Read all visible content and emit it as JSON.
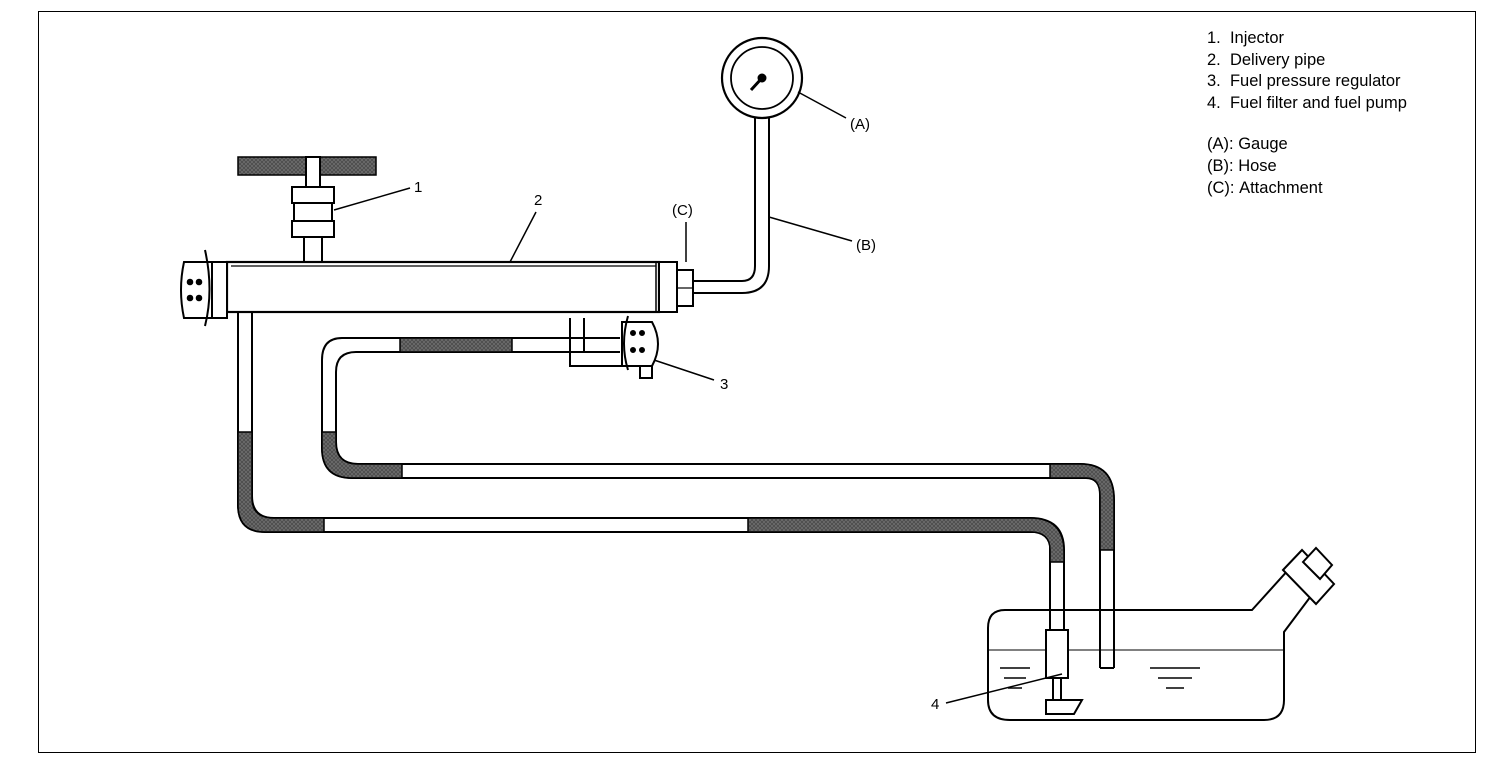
{
  "legend": {
    "numbered": [
      {
        "num": "1.",
        "text": "Injector"
      },
      {
        "num": "2.",
        "text": "Delivery pipe"
      },
      {
        "num": "3.",
        "text": "Fuel pressure regulator"
      },
      {
        "num": "4.",
        "text": "Fuel filter and fuel pump"
      }
    ],
    "lettered": [
      {
        "key": "(A):",
        "text": "Gauge"
      },
      {
        "key": "(B):",
        "text": "Hose"
      },
      {
        "key": "(C):",
        "text": "Attachment"
      }
    ]
  },
  "callouts": {
    "injector": "1",
    "delivery_pipe": "2",
    "regulator": "3",
    "filter_pump": "4",
    "gauge": "(A)",
    "hose": "(B)",
    "attachment": "(C)"
  },
  "colors": {
    "line": "#000000",
    "hose_fill": "#6e6e6e",
    "background": "#ffffff"
  }
}
